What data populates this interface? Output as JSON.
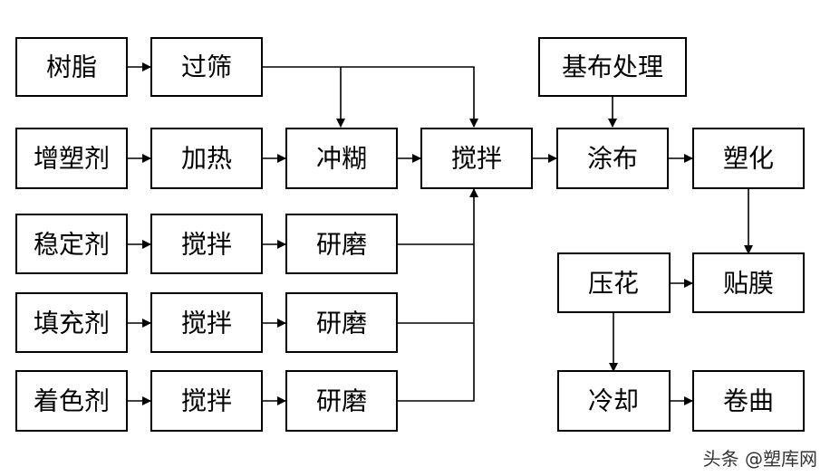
{
  "nodes": {
    "resin": "树脂",
    "sieve": "过筛",
    "plasticizer": "增塑剂",
    "heat": "加热",
    "paste": "冲糊",
    "mix_main": "搅拌",
    "base_treat": "基布处理",
    "coat": "涂布",
    "plasticize": "塑化",
    "stabilizer": "稳定剂",
    "mix_stab": "搅拌",
    "grind_stab": "研磨",
    "filler": "填充剂",
    "mix_fill": "搅拌",
    "grind_fill": "研磨",
    "colorant": "着色剂",
    "mix_color": "搅拌",
    "grind_color": "研磨",
    "emboss": "压花",
    "laminate": "贴膜",
    "cool": "冷却",
    "roll": "卷曲"
  },
  "watermark": "头条 @塑库网"
}
